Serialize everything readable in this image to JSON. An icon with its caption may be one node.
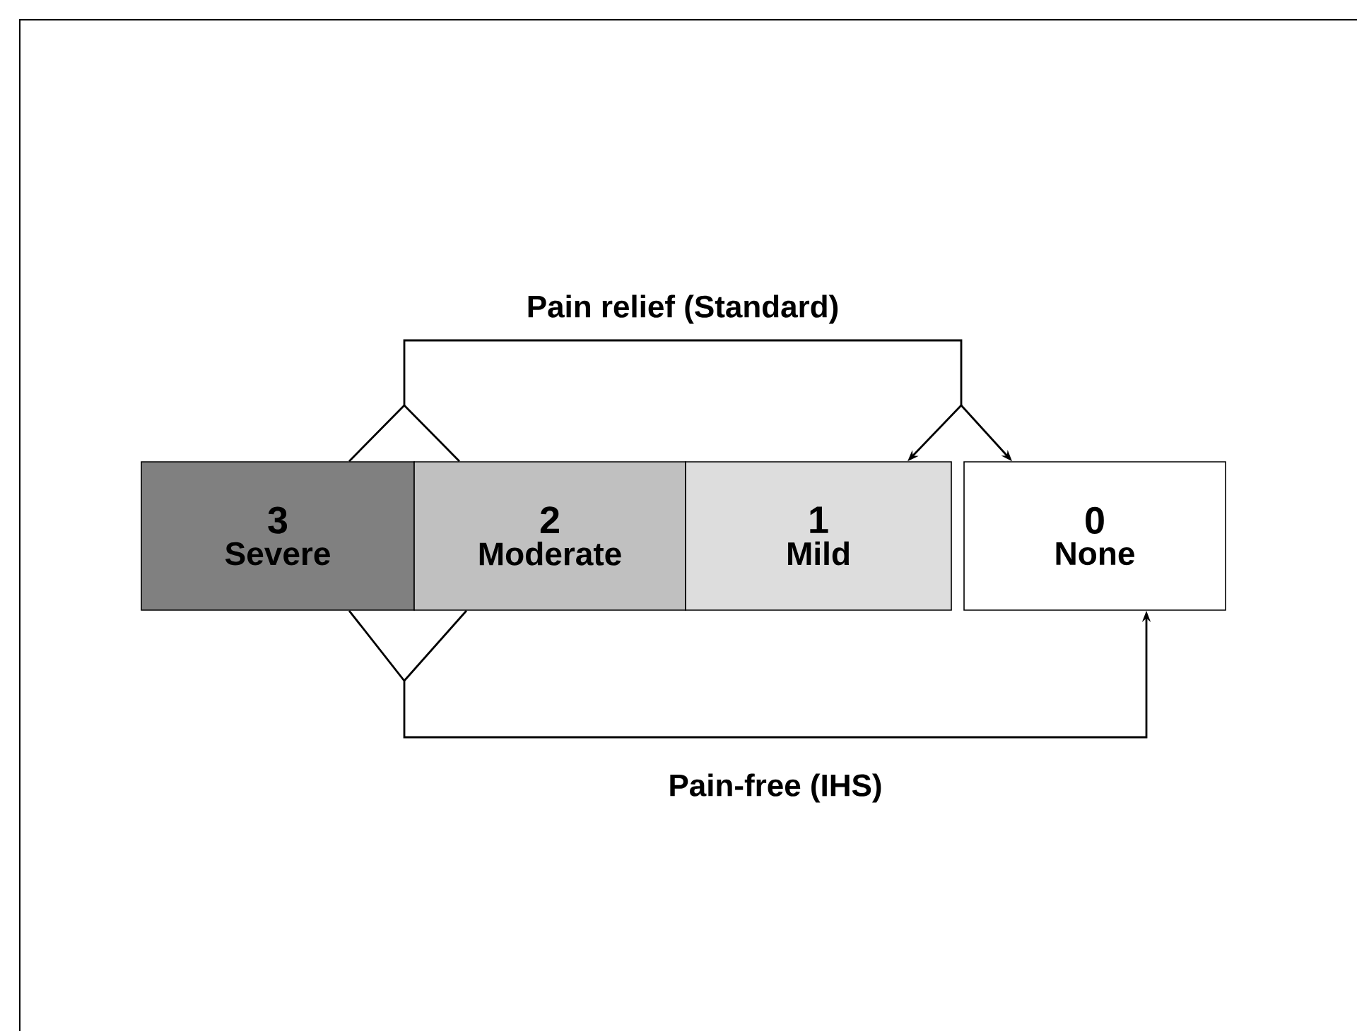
{
  "diagram": {
    "nodes": [
      {
        "text": [
          "3",
          "Severe"
        ]
      },
      {
        "text": [
          "2",
          "Moderate"
        ]
      },
      {
        "text": [
          "1",
          "Mild"
        ]
      },
      {
        "text": [
          "0",
          "None"
        ]
      }
    ],
    "edges": [
      {
        "from": 0,
        "to": 2,
        "arrow": "to",
        "label": "Pain relief (Standard)"
      },
      {
        "from": 0,
        "to": 3,
        "arrow": "to"
      },
      {
        "from": 1,
        "to": 2,
        "arrow": "to"
      },
      {
        "from": 1,
        "to": 3,
        "arrow": "to"
      },
      {
        "from": 0,
        "to": 3,
        "arrow": "to",
        "label": "Pain-free (IHS)"
      },
      {
        "from": 1,
        "to": 3,
        "arrow": "to"
      }
    ]
  }
}
